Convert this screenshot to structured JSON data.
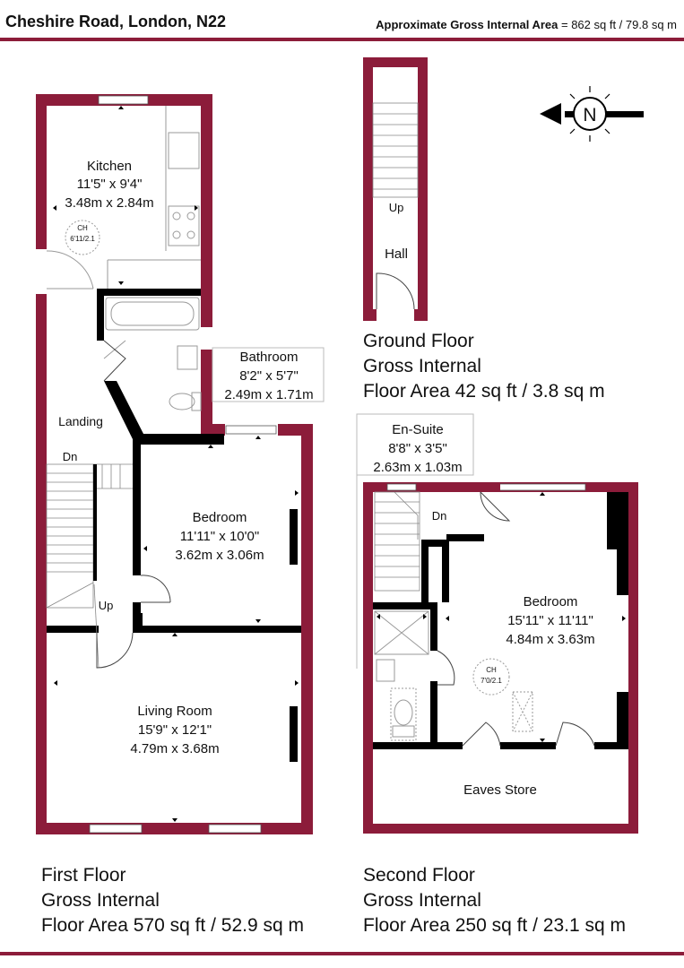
{
  "header": {
    "address": "Cheshire Road, London, N22",
    "area_label": "Approximate Gross Internal Area",
    "area_value": "= 862 sq ft / 79.8 sq m"
  },
  "compass": {
    "label": "N"
  },
  "rooms": {
    "kitchen": {
      "name": "Kitchen",
      "imperial": "11'5\" x 9'4\"",
      "metric": "3.48m x 2.84m"
    },
    "kitchen_ch": {
      "name": "CH",
      "height": "6'11/2.1"
    },
    "bathroom": {
      "name": "Bathroom",
      "imperial": "8'2\" x 5'7\"",
      "metric": "2.49m x 1.71m"
    },
    "landing": {
      "name": "Landing"
    },
    "bedroom1": {
      "name": "Bedroom",
      "imperial": "11'11\" x 10'0\"",
      "metric": "3.62m x 3.06m"
    },
    "living": {
      "name": "Living Room",
      "imperial": "15'9\" x 12'1\"",
      "metric": "4.79m x 3.68m"
    },
    "hall": {
      "name": "Hall"
    },
    "ensuite": {
      "name": "En-Suite",
      "imperial": "8'8\" x 3'5\"",
      "metric": "2.63m x 1.03m"
    },
    "bedroom2": {
      "name": "Bedroom",
      "imperial": "15'11\" x 11'11\"",
      "metric": "4.84m x 3.63m"
    },
    "bedroom2_ch": {
      "name": "CH",
      "height": "7'0/2.1"
    },
    "eaves": {
      "name": "Eaves Store"
    }
  },
  "stairs": {
    "dn_first": "Dn",
    "up_first": "Up",
    "up_ground": "Up",
    "dn_second": "Dn"
  },
  "floors": {
    "ground": {
      "name": "Ground  Floor",
      "line2": "Gross Internal",
      "line3": "Floor Area 42 sq ft / 3.8 sq m"
    },
    "first": {
      "name": "First Floor",
      "line2": "Gross Internal",
      "line3": "Floor Area 570 sq ft / 52.9 sq m"
    },
    "second": {
      "name": "Second  Floor",
      "line2": "Gross Internal",
      "line3": "Floor Area 250 sq ft / 23.1 sq m"
    }
  },
  "colors": {
    "wall": "#8c1c3a",
    "interior_wall": "#000000",
    "fixture": "#9a9a9a"
  }
}
